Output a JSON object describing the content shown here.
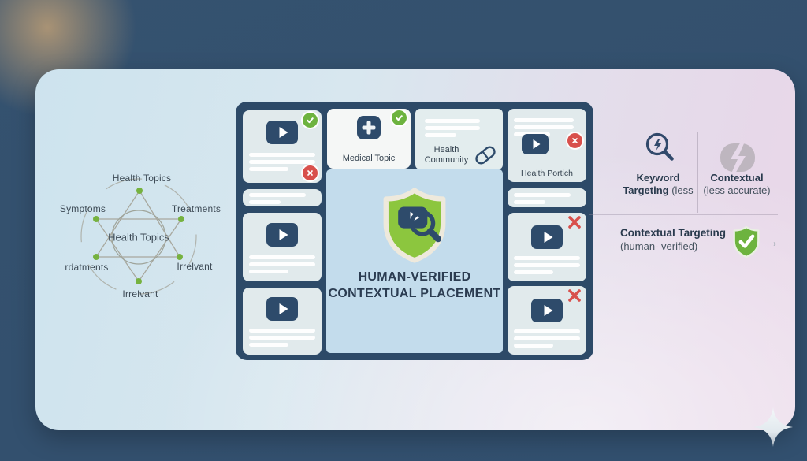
{
  "colors": {
    "background_navy": "#33506e",
    "panel_navy": "#2d4a68",
    "card_light": "#e1eaec",
    "highlight_blue": "#c3dcec",
    "brand_green": "#6db33f",
    "shield_green": "#8cc63e",
    "alert_red": "#d8504c",
    "text_dark": "#2b3c51",
    "muted_gray": "#beb6bf"
  },
  "icons": {
    "play": "play-triangle",
    "approved": "check-circle",
    "rejected": "x-circle",
    "rejected_plain": "x-mark",
    "medical": "medical-cross",
    "pill": "pill-capsule",
    "center_shield": "shield-with-play-and-magnifier",
    "keyword_search": "magnifier-with-bolt",
    "contextual_broken": "broken-blob",
    "verified_shield": "shield-check",
    "sparkle": "four-point-star"
  },
  "network": {
    "center_label": "Health Topics",
    "labels": [
      "Health Topics",
      "Symptoms",
      "Treatments",
      "rdatments",
      "Irrelvant",
      "Irrelvant"
    ]
  },
  "grid": {
    "medical_topic_label": "Medical Topic",
    "health_community_label": "Health Community",
    "health_portich_label": "Health Portich",
    "title_line1": "HUMAN-VERIFIED",
    "title_line2": "CONTEXTUAL PLACEMENT"
  },
  "legend": {
    "keyword_line1": "Keyword",
    "keyword_line2_bold": "Targeting",
    "keyword_line2_rest": " (less",
    "contextual_line1": "Contextual",
    "contextual_line2": "(less accurate)",
    "verified_line1": "Contextual Targeting",
    "verified_line2": "(human- verified)",
    "arrow_glyph": "→"
  }
}
